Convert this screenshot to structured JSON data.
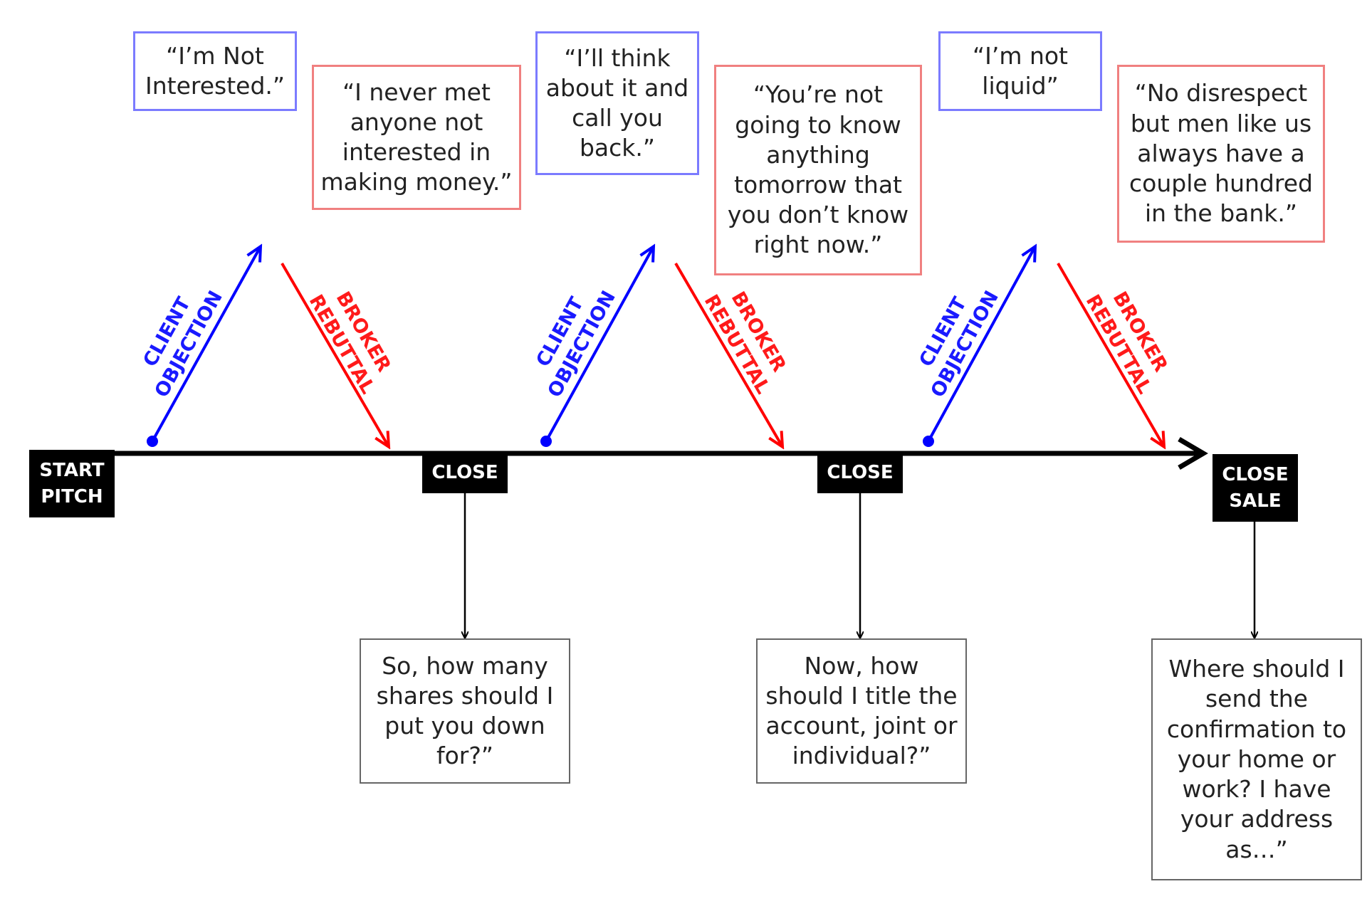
{
  "colors": {
    "objection": "#0000ff",
    "rebuttal": "#ff0000",
    "timeline": "#000000",
    "objection_border": "#7b7bff",
    "rebuttal_border": "#f08080",
    "question_border": "#666666"
  },
  "timeline": {
    "start": "START\nPITCH",
    "close_1": "CLOSE",
    "close_2": "CLOSE",
    "close_sale": "CLOSE\nSALE"
  },
  "cycles": [
    {
      "client_label": "CLIENT\nOBJECTION",
      "broker_label": "BROKER\nREBUTTAL",
      "objection": "“I’m Not\nInterested.”",
      "rebuttal": "“I never met\nanyone not\ninterested in\nmaking money.”"
    },
    {
      "client_label": "CLIENT\nOBJECTION",
      "broker_label": "BROKER\nREBUTTAL",
      "objection": "“I’ll think\nabout it and\ncall you\nback.”",
      "rebuttal": "“You’re not\ngoing to know\nanything\ntomorrow that\nyou don’t know\nright now.”"
    },
    {
      "client_label": "CLIENT\nOBJECTION",
      "broker_label": "BROKER\nREBUTTAL",
      "objection": "“I’m not\nliquid”",
      "rebuttal": "“No disrespect\nbut men like us\nalways have a\ncouple hundred\nin the bank.”"
    }
  ],
  "close_questions": [
    "So, how many\nshares should I\nput you down\nfor?”",
    "Now, how\nshould I title the\naccount, joint or\nindividual?”",
    "Where should I\nsend the\nconfirmation to\nyour home or\nwork? I have\nyour address\nas…”"
  ]
}
